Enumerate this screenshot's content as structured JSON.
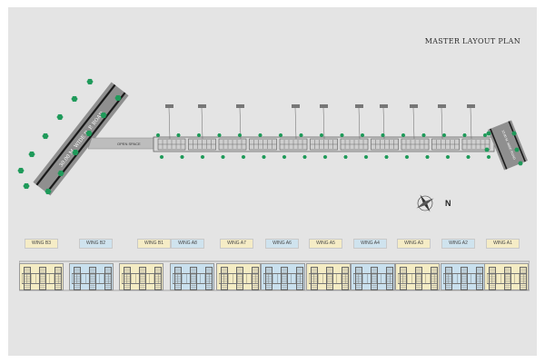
{
  "title": "MASTER LAYOUT PLAN",
  "road_label": "30.00 M. WIDE D. P. ROAD",
  "open_space_label": "OPEN SPACE",
  "side_road_label": "12.00 M. WIDE ROAD",
  "north_label": "N",
  "wings": [
    {
      "label": "WING B3",
      "tone": "yellow"
    },
    {
      "label": "WING B2",
      "tone": "blue"
    },
    {
      "label": "WING B1",
      "tone": "yellow"
    },
    {
      "label": "WING A8",
      "tone": "blue"
    },
    {
      "label": "WING A7",
      "tone": "yellow"
    },
    {
      "label": "WING A6",
      "tone": "blue"
    },
    {
      "label": "WING A5",
      "tone": "yellow"
    },
    {
      "label": "WING A4",
      "tone": "blue"
    },
    {
      "label": "WING A3",
      "tone": "yellow"
    },
    {
      "label": "WING A2",
      "tone": "blue"
    },
    {
      "label": "WING A1",
      "tone": "yellow"
    }
  ],
  "colors": {
    "background": "#e4e4e4",
    "road": "#8f8f8f",
    "tree": "#1f9a5a",
    "wing_yellow": "#f4ecc4",
    "wing_blue": "#c9e0ee"
  }
}
